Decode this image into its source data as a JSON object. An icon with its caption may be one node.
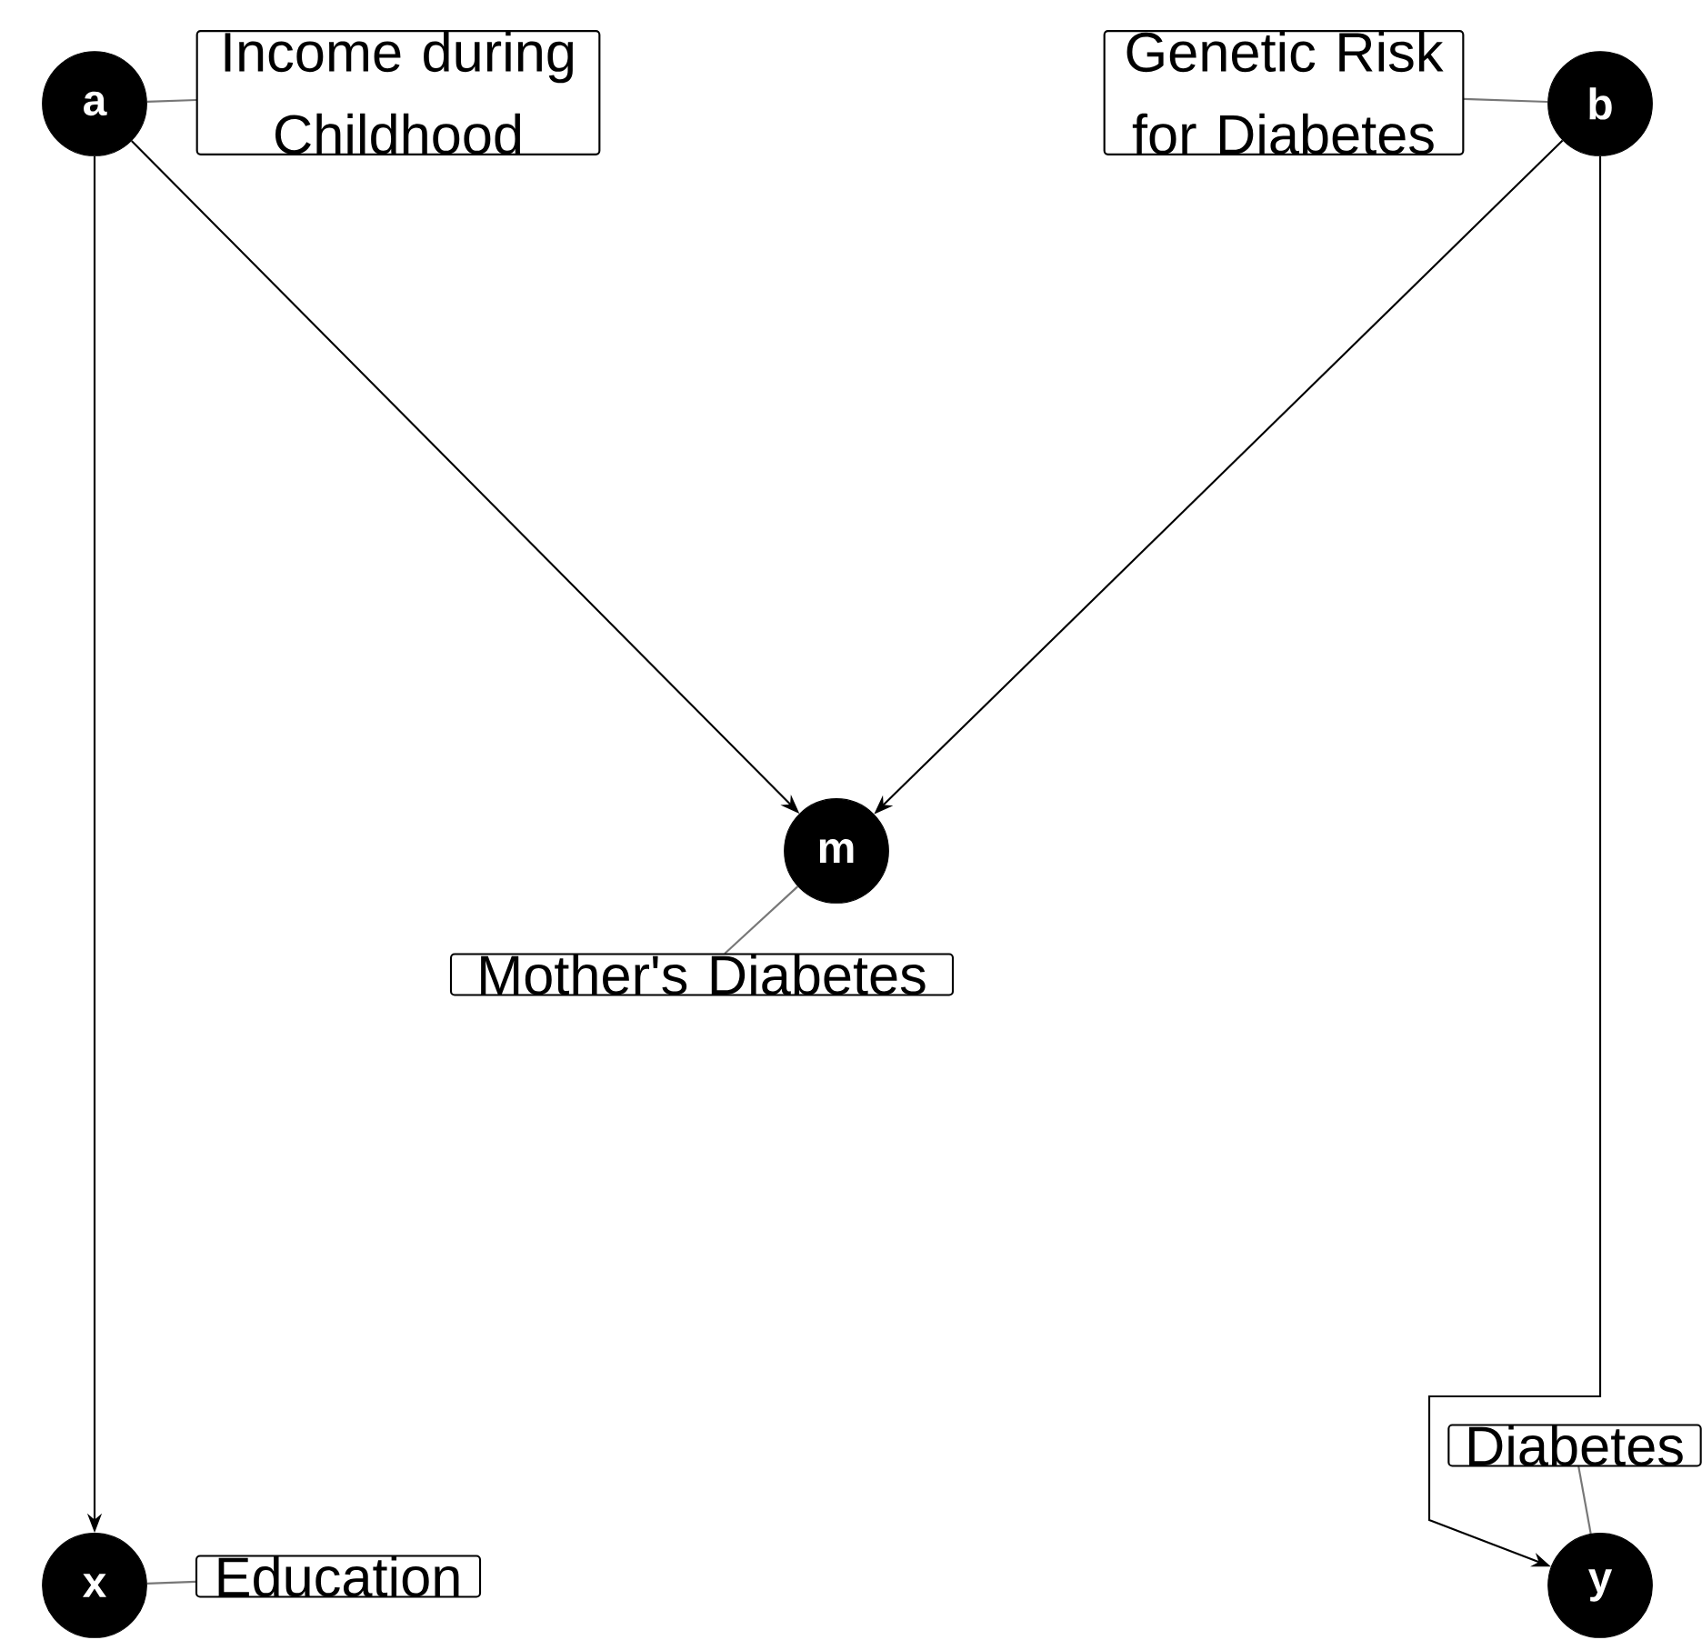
{
  "diagram": {
    "nodes": [
      {
        "text": [
          "a"
        ]
      },
      {
        "text": [
          "Income during Childhood"
        ]
      },
      {
        "text": [
          "b"
        ]
      },
      {
        "text": [
          "Genetic Risk for Diabetes"
        ]
      },
      {
        "text": [
          "m"
        ]
      },
      {
        "text": [
          "Mother's Diabetes"
        ]
      },
      {
        "text": [
          "x"
        ]
      },
      {
        "text": [
          "Education"
        ]
      },
      {
        "text": [
          "y"
        ]
      },
      {
        "text": [
          "Diabetes"
        ]
      }
    ],
    "edges": [
      {
        "from": 0,
        "to": 6,
        "arrow": "to",
        "color": "#000000"
      },
      {
        "from": 0,
        "to": 4,
        "arrow": "to",
        "color": "#000000"
      },
      {
        "from": 2,
        "to": 4,
        "arrow": "to",
        "color": "#000000"
      },
      {
        "from": 2,
        "to": 8,
        "arrow": "to",
        "color": "#000000"
      },
      {
        "from": 1,
        "to": 0,
        "arrow": "none"
      },
      {
        "from": 3,
        "to": 2,
        "arrow": "none"
      },
      {
        "from": 5,
        "to": 4,
        "arrow": "none"
      },
      {
        "from": 7,
        "to": 6,
        "arrow": "none"
      },
      {
        "from": 9,
        "to": 8,
        "arrow": "none"
      }
    ]
  }
}
